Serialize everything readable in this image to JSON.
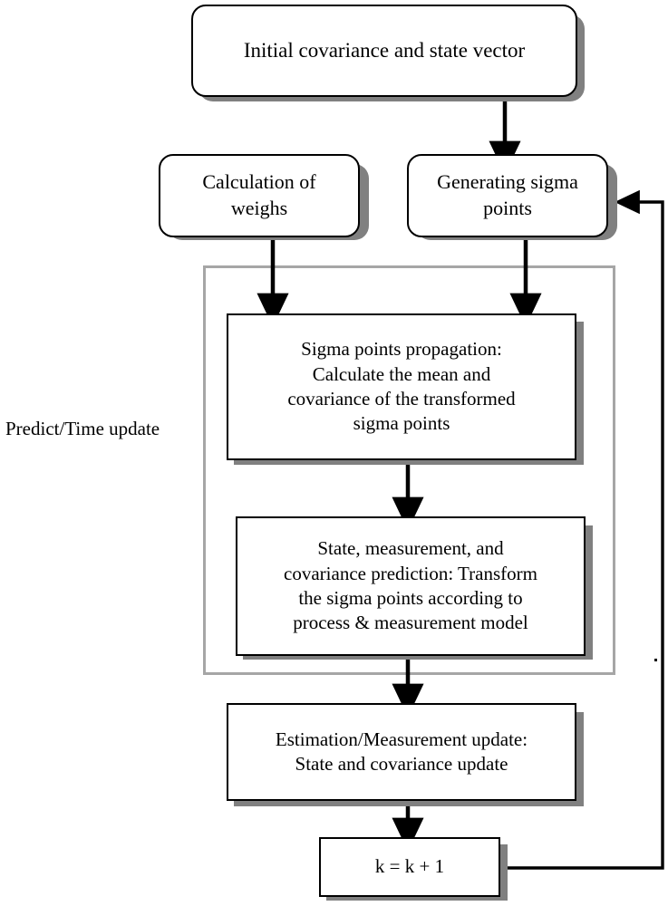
{
  "diagram": {
    "title": "Unscented Kalman Filter flowchart",
    "colors": {
      "stroke": "#000000",
      "shadow": "#808080",
      "group_frame": "#a6a6a6",
      "background": "#ffffff"
    },
    "nodes": [
      {
        "id": "initial",
        "label": "Initial covariance and state vector",
        "shape": "rounded-rectangle",
        "font_size": 23
      },
      {
        "id": "weights",
        "label": "Calculation of\nweighs",
        "shape": "rounded-rectangle",
        "font_size": 22
      },
      {
        "id": "sigma_gen",
        "label": "Generating sigma\npoints",
        "shape": "rounded-rectangle",
        "font_size": 22
      },
      {
        "id": "propagation",
        "label": "Sigma points propagation:\nCalculate the mean and\ncovariance of the transformed\nsigma points",
        "shape": "rectangle",
        "font_size": 21
      },
      {
        "id": "prediction",
        "label": "State, measurement, and\ncovariance prediction: Transform\nthe sigma points according to\nprocess & measurement model",
        "shape": "rectangle",
        "font_size": 21
      },
      {
        "id": "estimation",
        "label": "Estimation/Measurement update:\nState and covariance update",
        "shape": "rectangle",
        "font_size": 21
      },
      {
        "id": "increment",
        "label": "k = k + 1",
        "shape": "rectangle",
        "font_size": 21
      }
    ],
    "group_label": {
      "id": "predict_time_update",
      "label": "Predict/Time update",
      "font_size": 21
    },
    "edges": [
      {
        "id": "initial-to-sigma_gen",
        "from": "initial",
        "to": "sigma_gen",
        "style": "straight-down-arrow"
      },
      {
        "id": "weights-to-propagation",
        "from": "weights",
        "to": "propagation",
        "style": "straight-down-arrow"
      },
      {
        "id": "sigma_gen-to-propagation",
        "from": "sigma_gen",
        "to": "propagation",
        "style": "straight-down-arrow"
      },
      {
        "id": "propagation-to-prediction",
        "from": "propagation",
        "to": "prediction",
        "style": "straight-down-arrow"
      },
      {
        "id": "prediction-to-estimation",
        "from": "prediction",
        "to": "estimation",
        "style": "straight-down-arrow"
      },
      {
        "id": "estimation-to-increment",
        "from": "estimation",
        "to": "increment",
        "style": "straight-down-arrow"
      },
      {
        "id": "increment-to-sigma_gen",
        "from": "increment",
        "to": "sigma_gen",
        "style": "feedback-loop-right-up-left-arrow"
      }
    ]
  }
}
